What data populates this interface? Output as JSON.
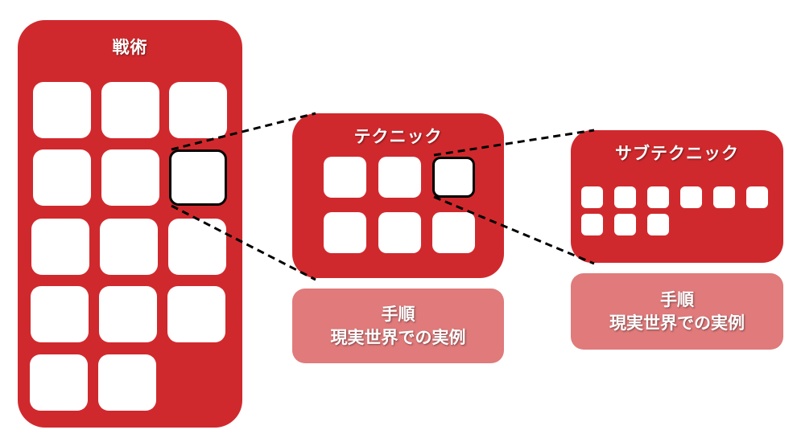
{
  "tactic": {
    "title": "戦術"
  },
  "technique": {
    "title": "テクニック"
  },
  "subtechnique": {
    "title": "サブテクニック"
  },
  "technique_note": {
    "line1": "手順",
    "line2": "現実世界での実例"
  },
  "subtechnique_note": {
    "line1": "手順",
    "line2": "現実世界での実例"
  },
  "colors": {
    "panel": "#d0292d",
    "note": "#e07a7b",
    "cell": "#ffffff",
    "connector": "#000000"
  }
}
